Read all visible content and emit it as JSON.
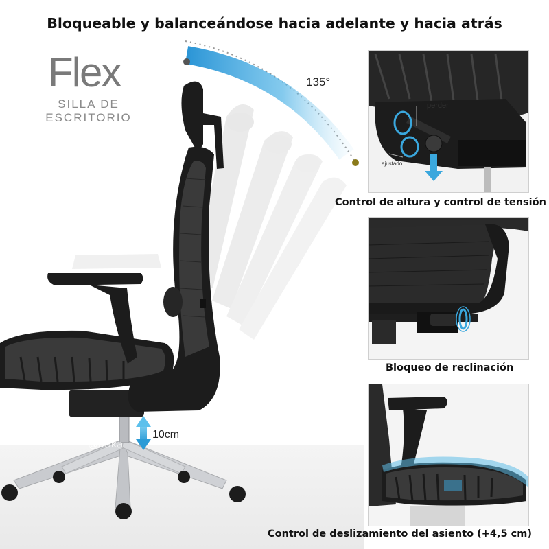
{
  "headline": "Bloqueable y balanceándose hacia adelante y hacia atrás",
  "brand": {
    "name": "Flex",
    "subtitle_line1": "SILLA DE",
    "subtitle_line2": "ESCRITORIO"
  },
  "main_image": {
    "angle_label": "135°",
    "height_label": "10cm",
    "watermark": "@ᴅ𝚊ᴋ𝚊"
  },
  "panels": [
    {
      "caption": "Control de altura y control de tensión",
      "labels": {
        "lock": "perder",
        "adjust": "ajustado"
      }
    },
    {
      "caption": "Bloqueo de reclinación"
    },
    {
      "caption": "Control de deslizamiento del asiento (+4,5 cm)"
    }
  ],
  "colors": {
    "accent_blue": "#3aa7dd",
    "chair_black": "#1c1c1c",
    "mesh_gray": "#3a3a3a",
    "ghost_gray": "#d8d8d8",
    "base_silver": "#c9cbcf"
  }
}
